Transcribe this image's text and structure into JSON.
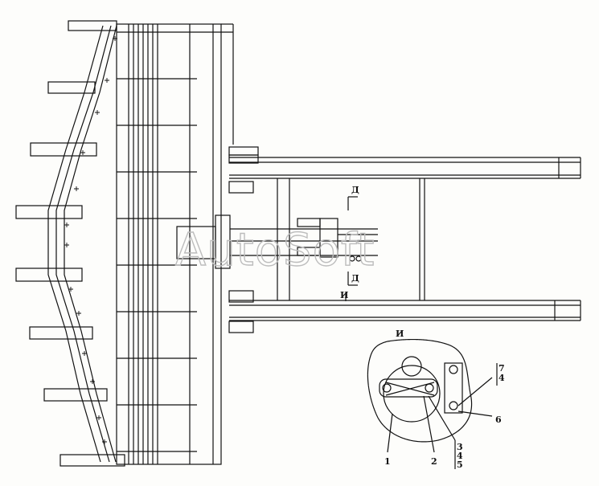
{
  "watermark": "AutoSoft",
  "section_marks": {
    "d_top": "Д",
    "d_bottom": "Д",
    "view_arrow": "И"
  },
  "detail_view": {
    "title": "И",
    "callouts": {
      "part_1": "1",
      "part_2": "2",
      "parts_3_4_5": [
        "3",
        "4",
        "5"
      ],
      "parts_7_4": [
        "7",
        "4"
      ],
      "part_6": "6"
    }
  },
  "colors": {
    "line": "#111111",
    "watermark": "#bdbdbd"
  }
}
